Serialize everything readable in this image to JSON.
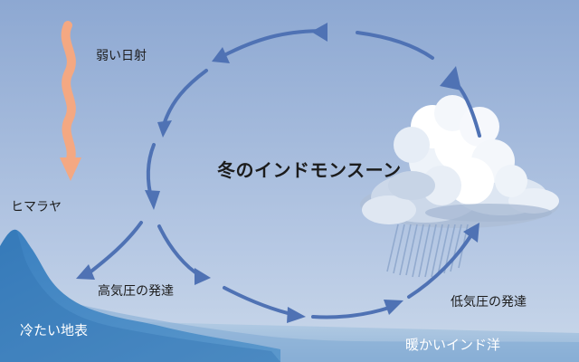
{
  "title": "冬のインドモンスーン",
  "labels": {
    "weak_sunlight": "弱い日射",
    "himalaya": "ヒマラヤ",
    "high_pressure": "高気圧の発達",
    "low_pressure": "低気圧の発達",
    "cold_land": "冷たい地表",
    "warm_ocean": "暖かいインド洋"
  },
  "icons": {
    "sun_ray": "wavy-arrow-icon",
    "cloud": "cumulonimbus-cloud-icon",
    "rain": "rain-icon",
    "mountain": "mountain-icon"
  },
  "colors": {
    "sky_top": "#8ea9d3",
    "sky_bottom": "#c6d5e9",
    "arrow": "#4f72b4",
    "sun_arrow": "#f4a882",
    "mountain": "#3f83c1",
    "sea": "#a7c3df"
  }
}
